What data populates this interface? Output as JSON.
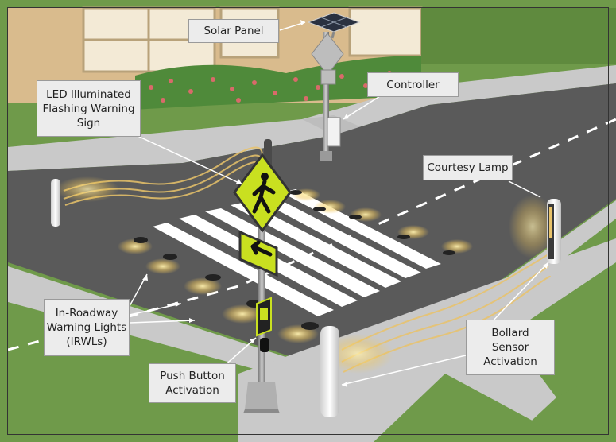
{
  "labels": {
    "solar_panel": "Solar Panel",
    "controller": "Controller",
    "led_sign": "LED Illuminated\nFlashing Warning\nSign",
    "courtesy_lamp": "Courtesy Lamp",
    "irwl": "In-Roadway\nWarning Lights\n(IRWLs)",
    "push_button": "Push Button\nActivation",
    "bollard_sensor": "Bollard\nSensor\nActivation"
  },
  "colors": {
    "road": "#5a5a5a",
    "grass": "#6f9a4a",
    "sidewalk": "#c9c9c9",
    "building": "#d9bb8d",
    "sign_yellow": "#c9e020",
    "light_glow": "#f2c85a",
    "hedge": "#4f8a3a",
    "flowers": "#d96a6a"
  }
}
